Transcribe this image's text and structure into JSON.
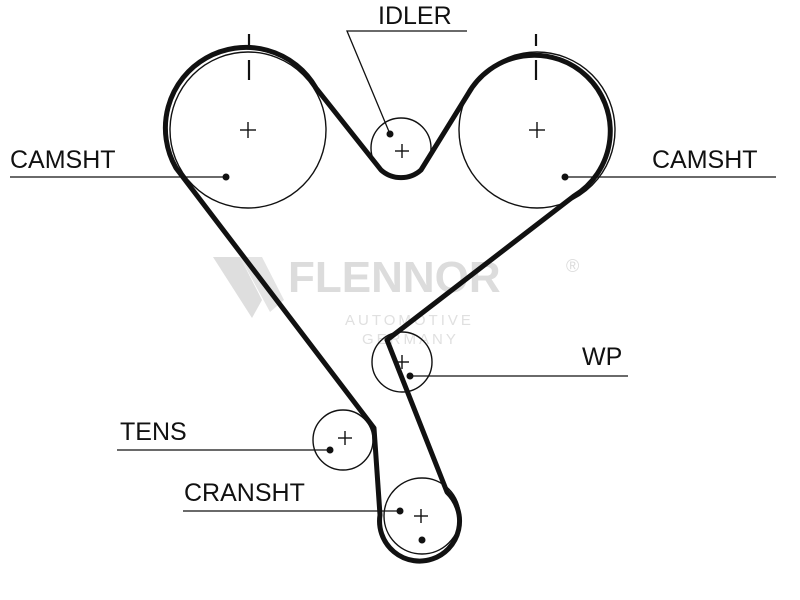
{
  "watermark": {
    "brand": "FLENNOR",
    "registered": "®",
    "line1": "AUTOMOTIVE",
    "line2": "GERMANY",
    "color": "#dcdcdc"
  },
  "labels": {
    "idler": "IDLER",
    "camsht_left": "CAMSHT",
    "camsht_right": "CAMSHT",
    "wp": "WP",
    "tens": "TENS",
    "cranksht": "CRANSHT"
  },
  "colors": {
    "line": "#111111",
    "background": "#ffffff"
  }
}
